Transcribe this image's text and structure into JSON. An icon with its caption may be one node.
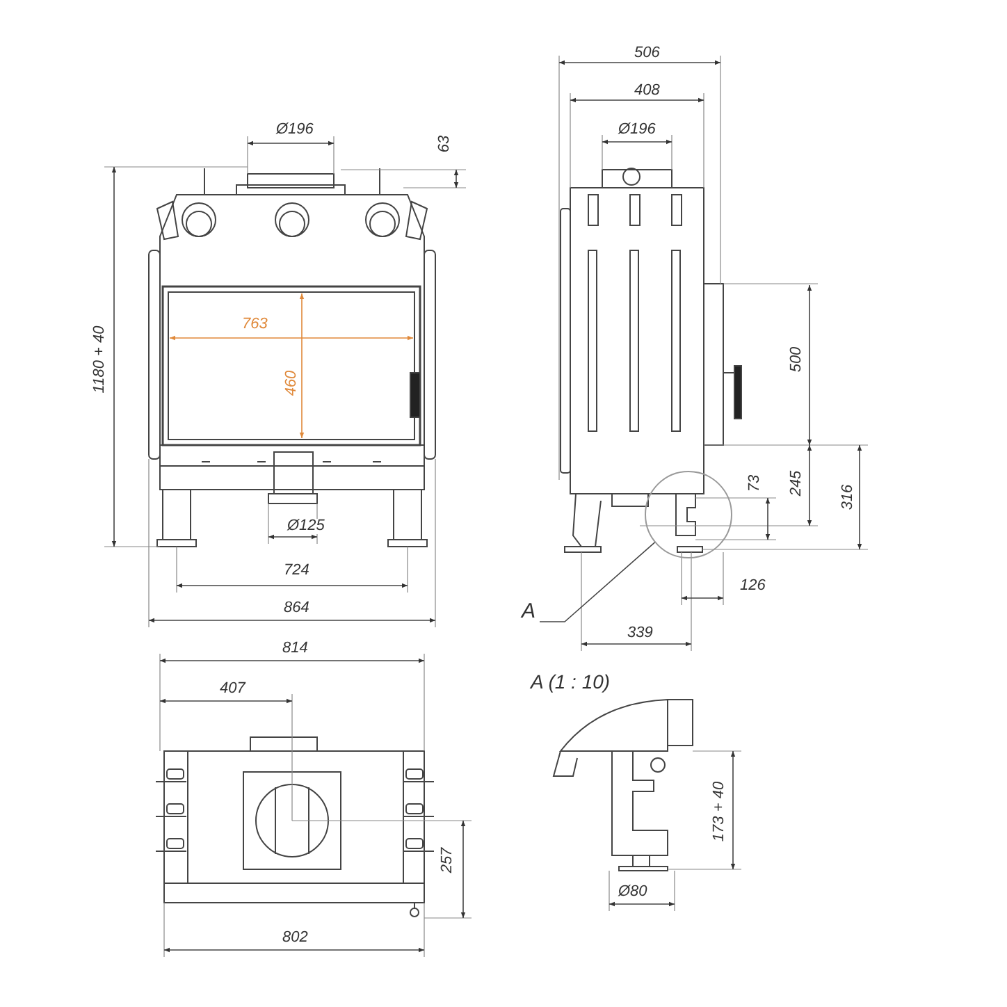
{
  "diagram": {
    "nodes": [
      {
        "text": [
          "A"
        ]
      },
      {
        "text": [],
        "shape": "circle"
      }
    ],
    "edges": [
      {
        "from": 0,
        "to": 1,
        "arrow": "none"
      }
    ],
    "labels": [
      "Ø196",
      "63",
      "1180 + 40",
      "763",
      "460",
      "Ø125",
      "724",
      "864",
      "506",
      "408",
      "Ø196",
      "500",
      "73",
      "245",
      "316",
      "126",
      "339",
      "814",
      "407",
      "257",
      "802",
      "A (1 : 10)",
      "173 + 40",
      "Ø80"
    ]
  }
}
